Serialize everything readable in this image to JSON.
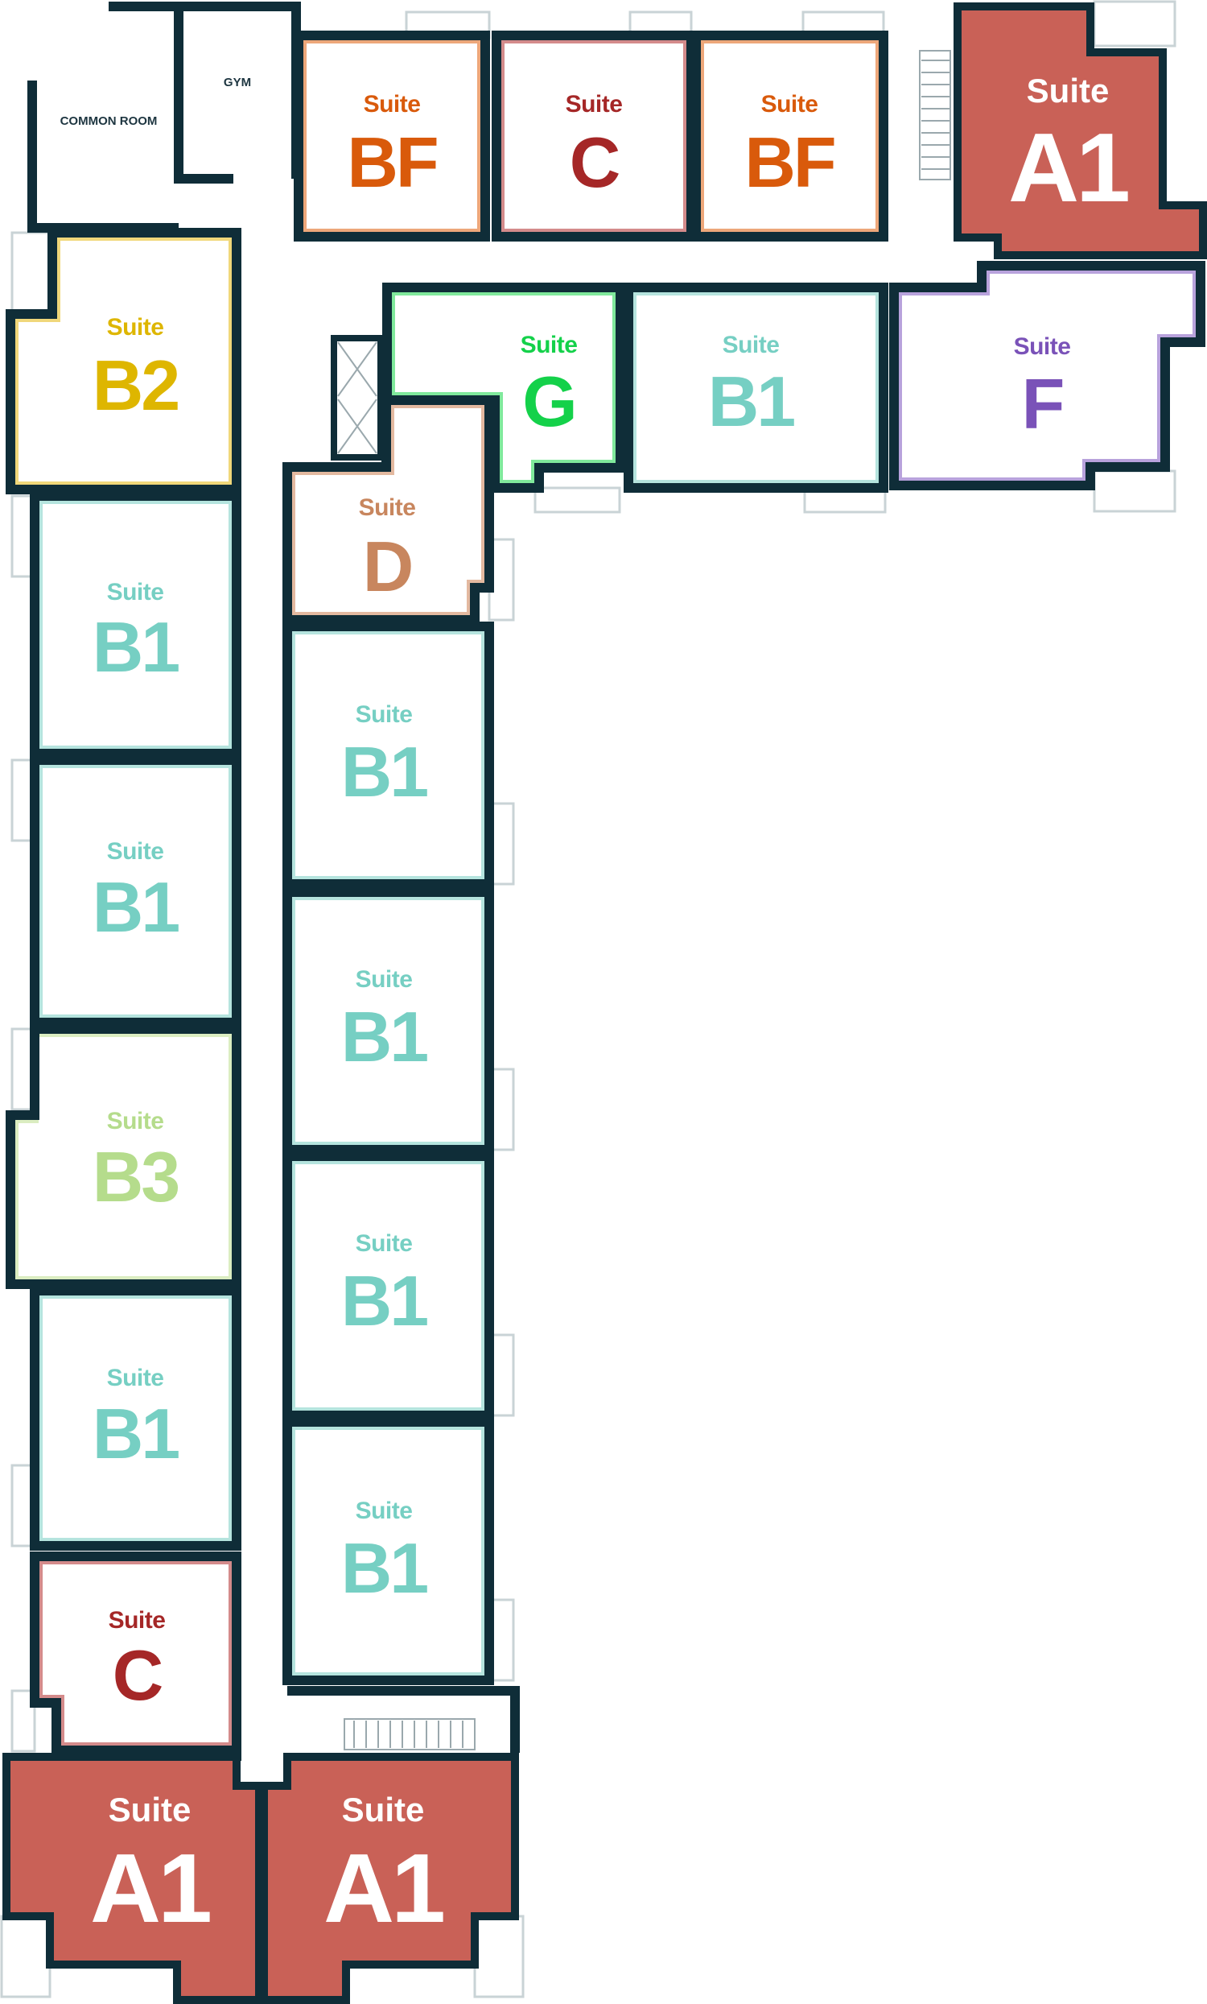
{
  "colors": {
    "wall": "#0f2d38",
    "A1": "#c96157",
    "BF": "#d95a0b",
    "C": "#a52727",
    "B1": "#76cfc3",
    "B2": "#deb600",
    "B3": "#b5dc8c",
    "D": "#c8865e",
    "F": "#7a52b8",
    "G": "#14d14a"
  },
  "amenities": {
    "common_room": "COMMON ROOM",
    "gym": "GYM"
  },
  "suite_word": "Suite",
  "suites": [
    {
      "code": "BF"
    },
    {
      "code": "C"
    },
    {
      "code": "BF"
    },
    {
      "code": "A1"
    },
    {
      "code": "B2"
    },
    {
      "code": "G"
    },
    {
      "code": "B1"
    },
    {
      "code": "F"
    },
    {
      "code": "D"
    },
    {
      "code": "B1"
    },
    {
      "code": "B1"
    },
    {
      "code": "B3"
    },
    {
      "code": "B1"
    },
    {
      "code": "C"
    },
    {
      "code": "B1"
    },
    {
      "code": "B1"
    },
    {
      "code": "B1"
    },
    {
      "code": "B1"
    },
    {
      "code": "A1"
    },
    {
      "code": "A1"
    }
  ]
}
